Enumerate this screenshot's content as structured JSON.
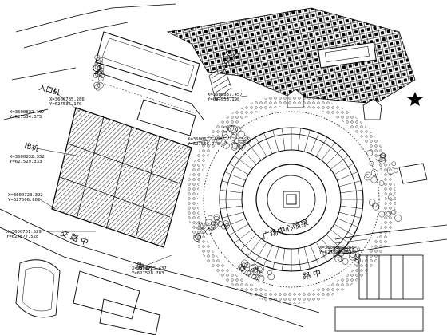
{
  "labels": {
    "gate_top": "入口机",
    "gate_left": "出机",
    "plaza": "广场中心喷泉",
    "road_text": "交 路 中",
    "road_text_2": "路 中",
    "road_text_3": "街 中"
  },
  "coords": [
    "X=3600785.286",
    "Y=627536.170",
    "X=3600832.197",
    "Y=627534.375",
    "X=3600832.352",
    "Y=627529.333",
    "X=3600723.392",
    "Y=627506.602",
    "X=3600701.529",
    "Y=627577.528",
    "X=3600725.437",
    "Y=627528.783",
    "X=3600837.457",
    "Y=627553.198",
    "X=3600677.598",
    "Y=627556.770",
    "X=3600801.265",
    "Y=627520.733"
  ],
  "colors": {
    "line": "#000000",
    "background": "#ffffff"
  }
}
